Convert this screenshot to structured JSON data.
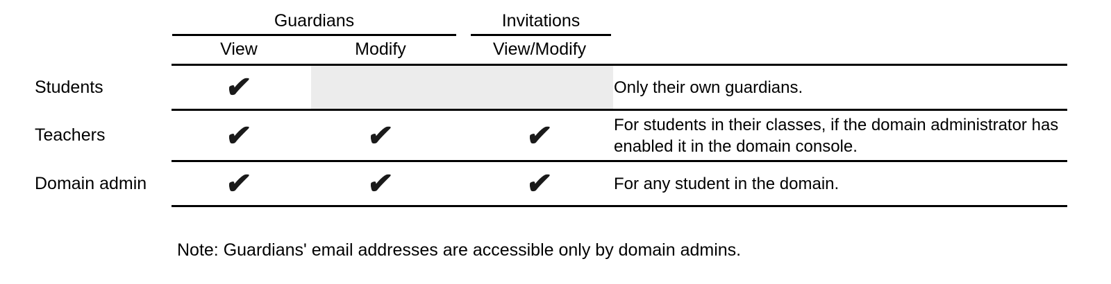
{
  "table": {
    "column_groups": [
      {
        "label": "Guardians",
        "columns": [
          "View",
          "Modify"
        ]
      },
      {
        "label": "Invitations",
        "columns": [
          "View/Modify"
        ]
      }
    ],
    "columns": [
      "View",
      "Modify",
      "View/Modify"
    ],
    "rows": [
      {
        "label": "Students",
        "checks": [
          "✔",
          "",
          ""
        ],
        "no_access_columns": [
          "Modify",
          "View/Modify"
        ],
        "desc": "Only their own guardians."
      },
      {
        "label": "Teachers",
        "checks": [
          "✔",
          "✔",
          "✔"
        ],
        "desc": "For students in their classes, if the domain administrator has enabled it in the domain console."
      },
      {
        "label": "Domain admin",
        "checks": [
          "✔",
          "✔",
          "✔"
        ],
        "desc": "For any student in the domain."
      }
    ]
  },
  "footnote": "Note: Guardians' email addresses are accessible only by domain admins.",
  "colors": {
    "text": "#000000",
    "rule_line": "#000000",
    "check": "#1a1a1a",
    "no_access_cell": "#ececec",
    "background": "#ffffff"
  }
}
